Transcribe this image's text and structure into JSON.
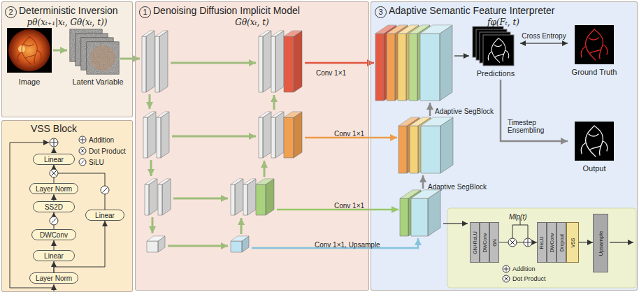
{
  "diagram": {
    "nodes": [
      {
        "text": [
          "2",
          "Deterministic Inversion",
          "pθ(xₜ₊₁|xₜ, Gθ(xₜ, t))"
        ]
      },
      {
        "text": [
          "Image"
        ],
        "in": 0
      },
      {
        "text": [
          "Latent Variable"
        ],
        "in": 0
      },
      {
        "text": [
          "1",
          "Denoising Diffusion Implicit Model",
          "Gθ(xₜ, t)"
        ]
      },
      {
        "text": [
          "3",
          "Adaptive Semantic Feature Interpreter",
          "fφ(Fₜ, t)"
        ]
      },
      {
        "text": [
          "Predictions"
        ],
        "in": 4
      },
      {
        "text": [
          "Ground Truth"
        ],
        "in": 4
      },
      {
        "text": [
          "Output"
        ],
        "in": 4
      },
      {
        "text": [
          "GN+ReLU"
        ],
        "in": 4
      },
      {
        "text": [
          "DWConv"
        ],
        "in": 4
      },
      {
        "text": [
          "GN"
        ],
        "in": 4
      },
      {
        "text": [
          "ReLU"
        ],
        "in": 4
      },
      {
        "text": [
          "DWConv"
        ],
        "in": 4
      },
      {
        "text": [
          "Dropout"
        ],
        "in": 4
      },
      {
        "text": [
          "VSS"
        ],
        "in": 4
      },
      {
        "text": [
          "Upsample"
        ],
        "in": 4
      },
      {
        "text": [
          "VSS Block"
        ]
      },
      {
        "text": [
          "Linear"
        ],
        "in": 16
      },
      {
        "text": [
          "Layer Norm"
        ],
        "in": 16
      },
      {
        "text": [
          "SS2D"
        ],
        "in": 16
      },
      {
        "text": [
          "DWConv"
        ],
        "in": 16
      },
      {
        "text": [
          "Linear"
        ],
        "in": 16
      },
      {
        "text": [
          "Linear"
        ],
        "in": 16
      },
      {
        "text": [
          "Layer Norm"
        ],
        "in": 16
      }
    ],
    "edges": [
      {
        "from": 1,
        "to": 2,
        "arrow": "to"
      },
      {
        "from": 5,
        "to": 6,
        "label": "Cross Entropy",
        "arrow": "both"
      },
      {
        "from": 5,
        "to": 7,
        "label": "Timestep Ensembling",
        "arrow": "to"
      },
      {
        "from": 10,
        "to": 11,
        "arrow": "to"
      },
      {
        "from": 14,
        "to": 15,
        "arrow": "to"
      },
      {
        "from": 23,
        "to": 21,
        "arrow": "to"
      },
      {
        "from": 23,
        "to": 22,
        "arrow": "to"
      },
      {
        "from": 21,
        "to": 20,
        "arrow": "to"
      },
      {
        "from": 20,
        "to": 19,
        "arrow": "to"
      },
      {
        "from": 19,
        "to": 18,
        "arrow": "to"
      },
      {
        "from": 18,
        "to": 17,
        "arrow": "to"
      },
      {
        "from": 22,
        "to": 17,
        "arrow": "to"
      }
    ],
    "labels": [
      "Conv 1×1",
      "Conv 1×1",
      "Conv 1×1",
      "Conv 1×1, Upsample",
      "Adaptive SegBlock",
      "Adaptive SegBlock",
      "Mlp(t)"
    ],
    "legend": [
      {
        "text": "Addition"
      },
      {
        "text": "Dot Product"
      },
      {
        "text": "SiLU"
      },
      {
        "text": "Addition"
      },
      {
        "text": "Dot Product"
      }
    ]
  }
}
